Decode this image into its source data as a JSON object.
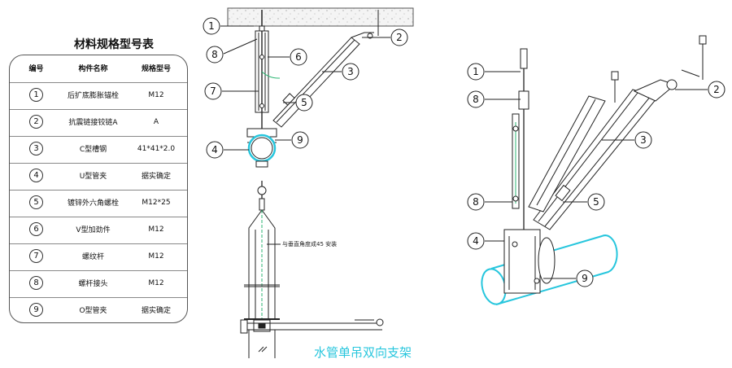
{
  "table": {
    "title": "材料规格型号表",
    "headers": {
      "no": "编号",
      "name": "构件名称",
      "spec": "规格型号"
    },
    "rows": [
      {
        "no": "1",
        "name": "后扩底膨胀锚栓",
        "spec": "M12"
      },
      {
        "no": "2",
        "name": "抗震链接铰链A",
        "spec": "A"
      },
      {
        "no": "3",
        "name": "C型槽钢",
        "spec": "41*41*2.0"
      },
      {
        "no": "4",
        "name": "U型管夹",
        "spec": "据实确定"
      },
      {
        "no": "5",
        "name": "镀锌外六角螺栓",
        "spec": "M12*25"
      },
      {
        "no": "6",
        "name": "V型加劲件",
        "spec": "M12"
      },
      {
        "no": "7",
        "name": "螺纹杆",
        "spec": "M12"
      },
      {
        "no": "8",
        "name": "螺杆接头",
        "spec": "M12"
      },
      {
        "no": "9",
        "name": "O型管夹",
        "spec": "据实确定"
      }
    ]
  },
  "drawing": {
    "caption": "水管单吊双向支架",
    "note": "与垂直角度成45 安装",
    "front_callouts": [
      "1",
      "2",
      "3",
      "4",
      "5",
      "6",
      "7",
      "8",
      "9"
    ],
    "iso_callouts": [
      "1",
      "2",
      "3",
      "4",
      "5",
      "8",
      "8",
      "9"
    ],
    "pipe_color": "#27c6dd"
  }
}
